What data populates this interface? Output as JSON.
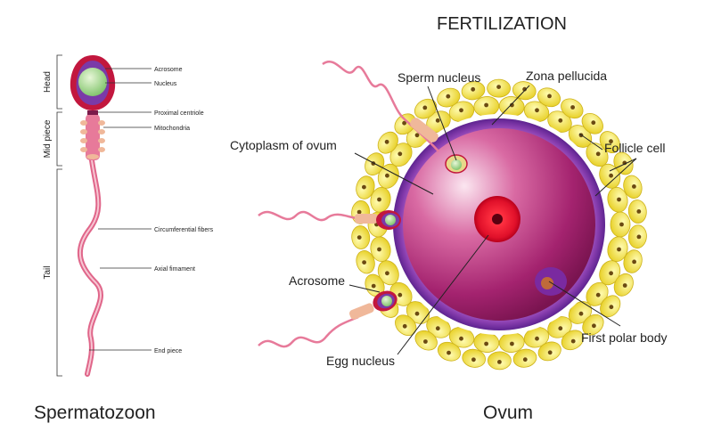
{
  "title": "FERTILIZATION",
  "captions": {
    "left": "Spermatozoon",
    "right": "Ovum"
  },
  "sperm_sections": {
    "head": "Head",
    "mid": "Mid piece",
    "tail": "Tail"
  },
  "sperm_labels": {
    "acrosome": "Acrosome",
    "nucleus": "Nucleus",
    "proximal_centriole": "Proximal centriole",
    "mitochondria": "Mitochondria",
    "circumferential_fibers": "Circumferential fibers",
    "axial_filament": "Axial fimament",
    "end_piece": "End piece"
  },
  "ovum_labels": {
    "sperm_nucleus": "Sperm nucleus",
    "zona_pellucida": "Zona pellucida",
    "cytoplasm": "Cytoplasm of ovum",
    "follicle_cell": "Follicle cell",
    "acrosome": "Acrosome",
    "egg_nucleus": "Egg nucleus",
    "first_polar_body": "First polar body"
  },
  "colors": {
    "follicle": "#f2e23a",
    "zona": "#8a3fb0",
    "cytoplasm": "#b02a7a",
    "nucleus": "#e0102a",
    "sperm_pink": "#e77a9a",
    "acrosome_green": "#9fd68a"
  }
}
